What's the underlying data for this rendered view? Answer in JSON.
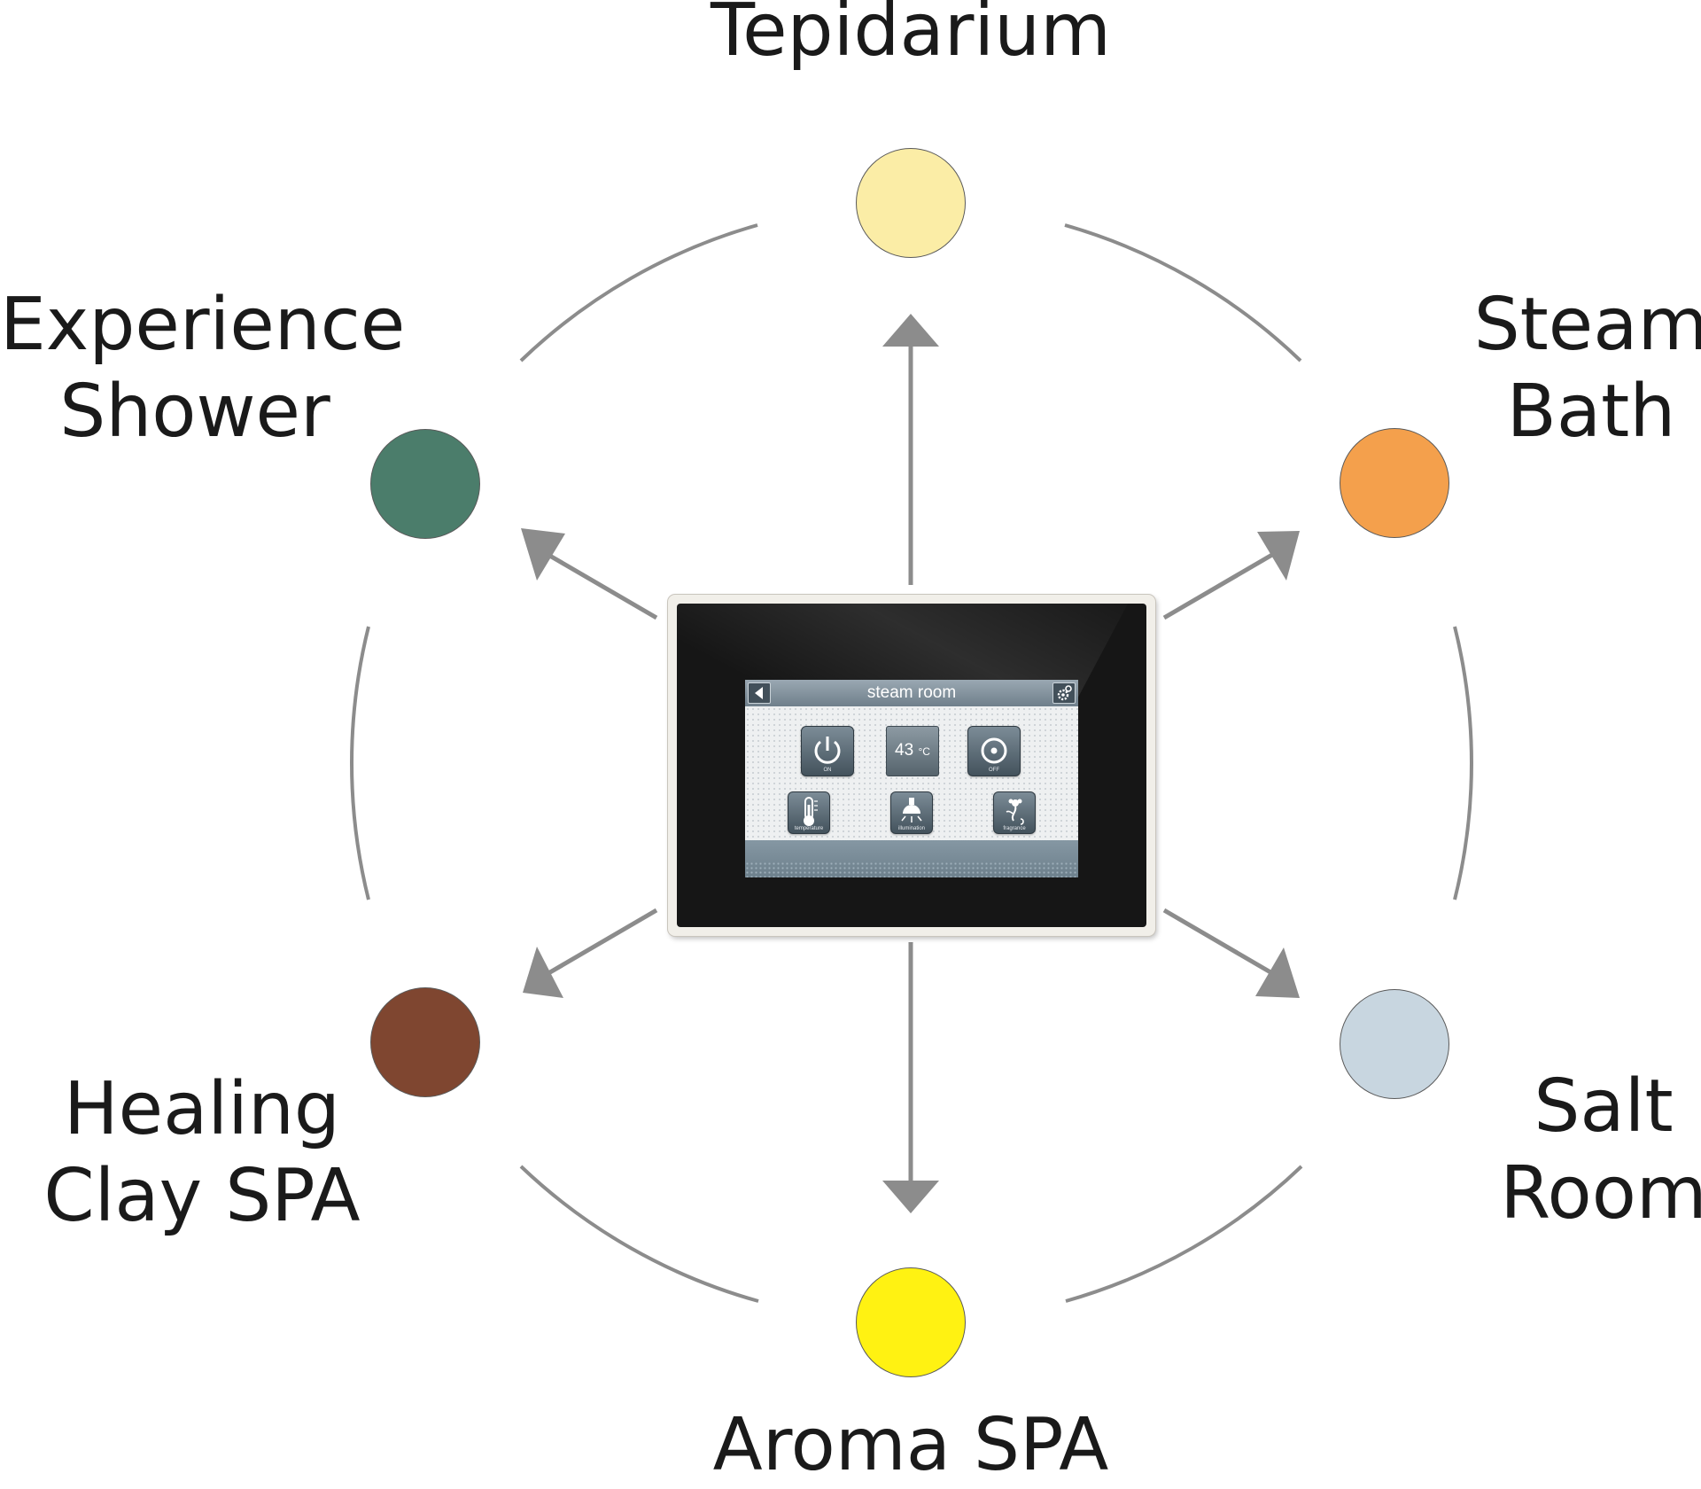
{
  "labels": {
    "tepidarium": "Tepidarium",
    "steam_bath": [
      "Steam",
      "Bath"
    ],
    "salt_room": [
      "Salt",
      "Room"
    ],
    "aroma_spa": "Aroma SPA",
    "healing_clay_spa": [
      "Healing",
      "Clay SPA"
    ],
    "experience_shower": [
      "Experience",
      "Shower"
    ]
  },
  "colors": {
    "tepidarium": "#fbeda6",
    "steam_bath": "#f4a04c",
    "salt_room": "#c8d6e0",
    "aroma_spa": "#fff212",
    "healing_clay_spa": "#7f4630",
    "experience_shower": "#4b7d6b",
    "arrows": "#8c8c8c"
  },
  "device": {
    "screen_title": "steam room",
    "back_icon": "back-arrow-icon",
    "settings_icon": "settings-gear-icon",
    "temperature_value": "43",
    "temperature_unit": "°C",
    "buttons": {
      "on_caption": "ON",
      "off_caption": "OFF",
      "temperature_caption": "temperature",
      "illumination_caption": "illumination",
      "fragrance_caption": "fragrance"
    }
  }
}
